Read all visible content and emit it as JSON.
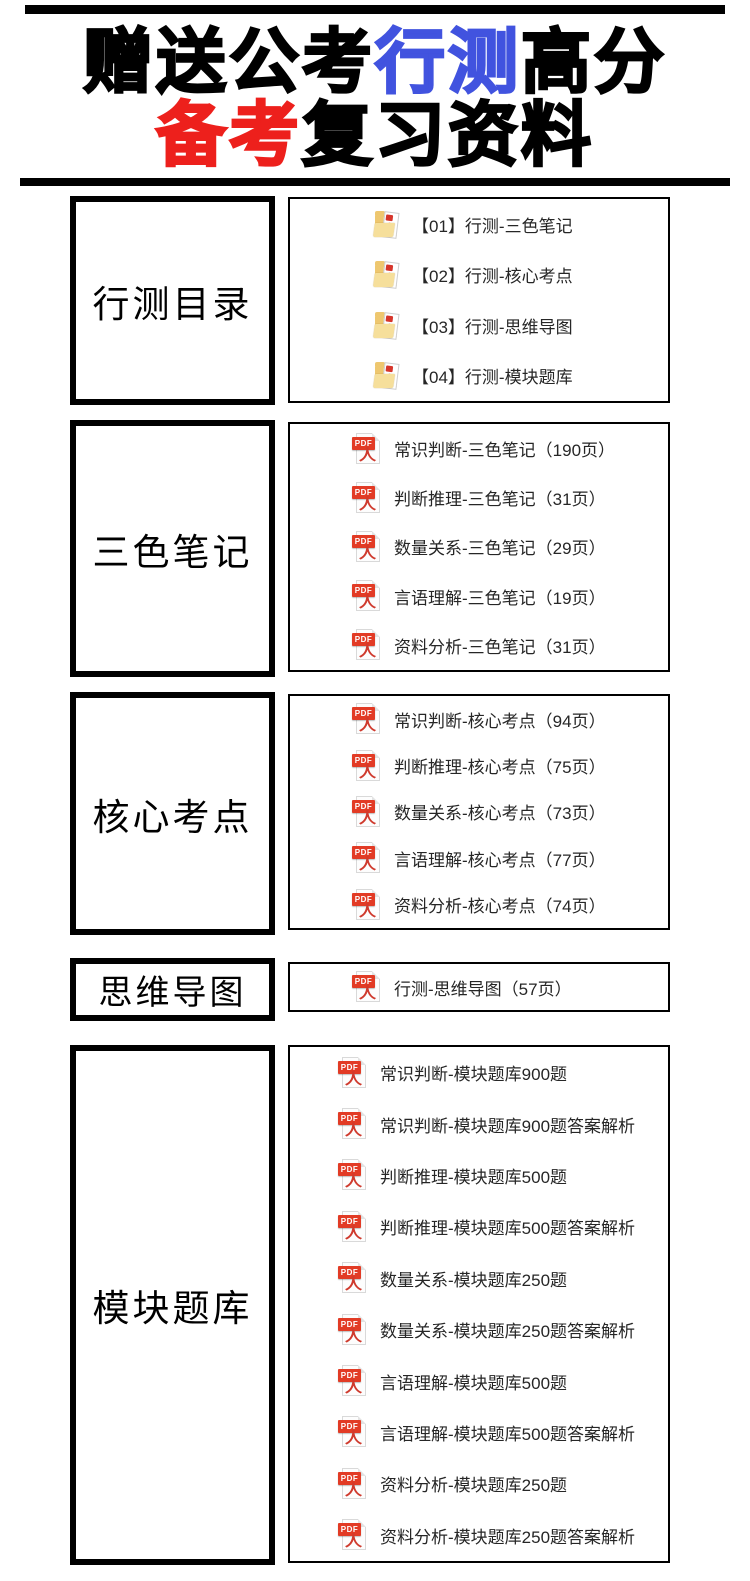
{
  "title": {
    "lines": [
      {
        "parts": [
          {
            "text": "赠送公考",
            "color": "#000000"
          },
          {
            "text": "行测",
            "color": "#4153df"
          },
          {
            "text": "高分",
            "color": "#000000"
          }
        ]
      },
      {
        "parts": [
          {
            "text": "备考",
            "color": "#ed201c"
          },
          {
            "text": "复习资料",
            "color": "#000000"
          }
        ]
      }
    ]
  },
  "icons": {
    "pdf_label": "PDF",
    "pdf_red": "#e23b25",
    "folder_yellow": "#eec76f"
  },
  "sections": [
    {
      "id": "xingce-catalog",
      "label": "行测目录",
      "icon": "folder",
      "items": [
        "【01】行测-三色笔记",
        "【02】行测-核心考点",
        "【03】行测-思维导图",
        "【04】行测-模块题库"
      ]
    },
    {
      "id": "sanse-biji",
      "label": "三色笔记",
      "icon": "pdf",
      "items": [
        "常识判断-三色笔记（190页）",
        "判断推理-三色笔记（31页）",
        "数量关系-三色笔记（29页）",
        "言语理解-三色笔记（19页）",
        "资料分析-三色笔记（31页）"
      ]
    },
    {
      "id": "hexin-kaodian",
      "label": "核心考点",
      "icon": "pdf",
      "items": [
        "常识判断-核心考点（94页）",
        "判断推理-核心考点（75页）",
        "数量关系-核心考点（73页）",
        "言语理解-核心考点（77页）",
        "资料分析-核心考点（74页）"
      ]
    },
    {
      "id": "siwei-daotu",
      "label": "思维导图",
      "icon": "pdf",
      "items": [
        "行测-思维导图（57页）"
      ]
    },
    {
      "id": "mokuai-tiku",
      "label": "模块题库",
      "icon": "pdf",
      "items": [
        "常识判断-模块题库900题",
        "常识判断-模块题库900题答案解析",
        "判断推理-模块题库500题",
        "判断推理-模块题库500题答案解析",
        "数量关系-模块题库250题",
        "数量关系-模块题库250题答案解析",
        "言语理解-模块题库500题",
        "言语理解-模块题库500题答案解析",
        "资料分析-模块题库250题",
        "资料分析-模块题库250题答案解析"
      ]
    }
  ]
}
